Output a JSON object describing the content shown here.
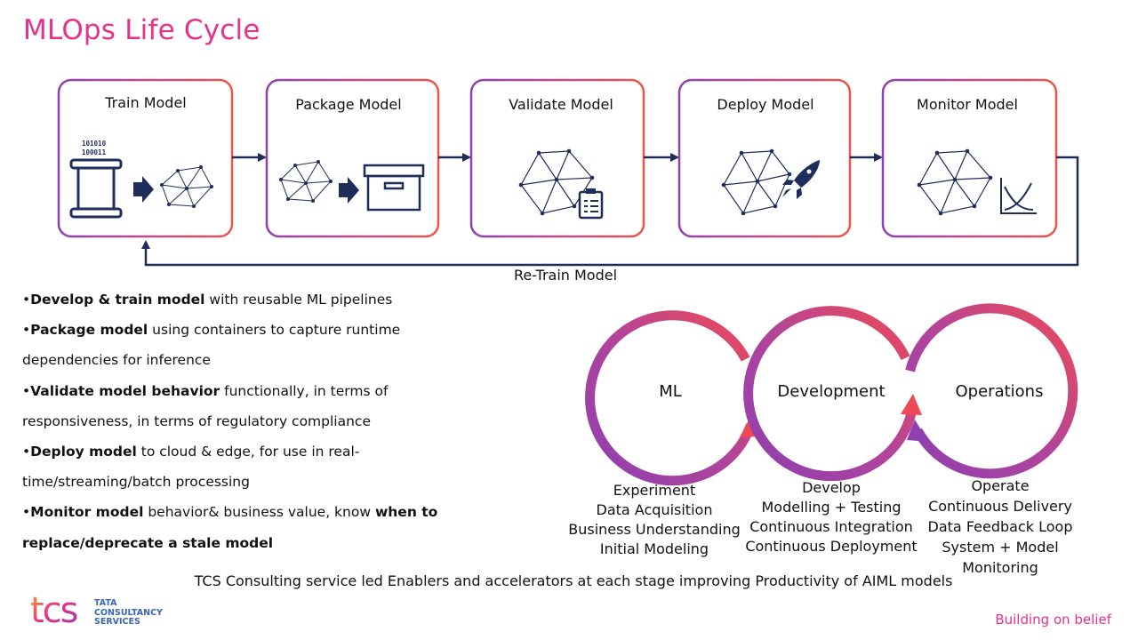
{
  "title": "MLOps Life Cycle",
  "stages": [
    {
      "label": "Train Model"
    },
    {
      "label": "Package Model"
    },
    {
      "label": "Validate Model"
    },
    {
      "label": "Deploy Model"
    },
    {
      "label": "Monitor Model"
    }
  ],
  "train_bits": [
    "101010",
    "100011"
  ],
  "retrain_label": "Re-Train Model",
  "bullets": [
    {
      "bold": "Develop & train model",
      "text": " with reusable ML pipelines"
    },
    {
      "bold": "Package model",
      "text": " using containers to capture runtime dependencies for inference"
    },
    {
      "bold": "Validate model behavior",
      "text": " functionally, in terms of responsiveness, in terms of regulatory compliance"
    },
    {
      "bold": "Deploy model",
      "text": " to cloud & edge, for use in real-time/streaming/batch processing"
    },
    {
      "bold": "Monitor model",
      "text": " behavior& business value, know ",
      "bold2": "when to replace/deprecate a stale model"
    }
  ],
  "cycle": [
    {
      "name": "ML",
      "items": [
        "Experiment",
        "Data Acquisition",
        "Business Understanding",
        "Initial Modeling"
      ]
    },
    {
      "name": "Development",
      "items": [
        "Develop",
        "Modelling + Testing",
        "Continuous Integration",
        "Continuous Deployment"
      ]
    },
    {
      "name": "Operations",
      "items": [
        "Operate",
        "Continuous Delivery",
        "Data Feedback Loop",
        "System + Model",
        "Monitoring"
      ]
    }
  ],
  "footer_note": "TCS Consulting service led Enablers and accelerators at each stage improving Productivity of AIML models",
  "logo": {
    "mark": "tcs",
    "line1": "TATA",
    "line2": "CONSULTANCY",
    "line3": "SERVICES"
  },
  "tagline": "Building on belief",
  "colors": {
    "title": "#e8318a",
    "navy": "#1f2d5a",
    "box_start": "#8e3fb0",
    "box_end": "#f0554a",
    "logo_blue": "#3a66b0"
  }
}
